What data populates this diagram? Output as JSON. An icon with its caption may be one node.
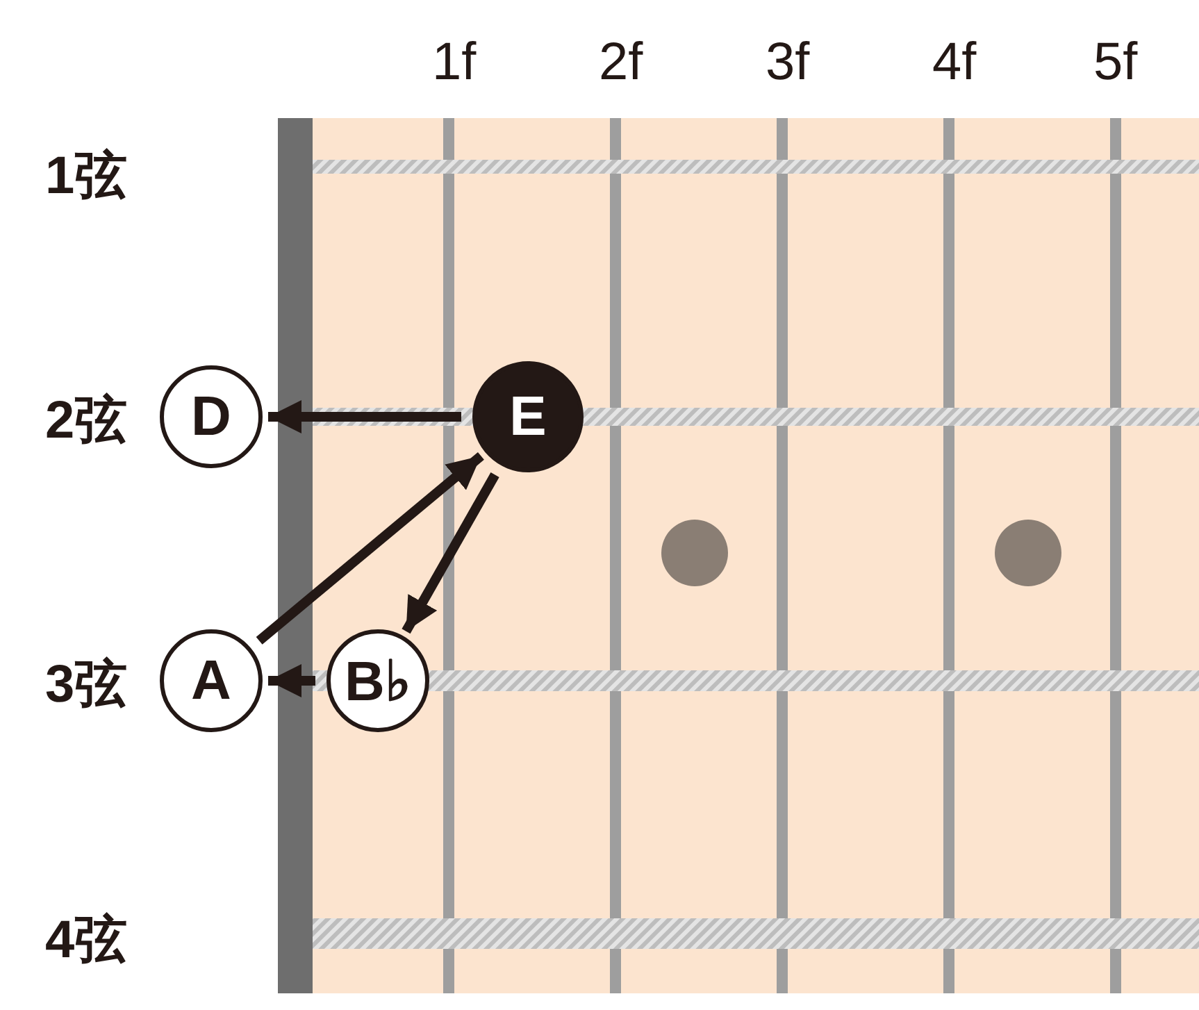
{
  "diagram": {
    "nodes": [
      {
        "text": [
          "D"
        ]
      },
      {
        "text": [
          "E"
        ]
      },
      {
        "text": [
          "A"
        ]
      },
      {
        "text": [
          "B♭"
        ]
      }
    ],
    "edges": [
      {
        "from": 1,
        "to": 0,
        "arrow": "to"
      },
      {
        "from": 2,
        "to": 1,
        "arrow": "to"
      },
      {
        "from": 1,
        "to": 3,
        "arrow": "to"
      },
      {
        "from": 3,
        "to": 2,
        "arrow": "to"
      }
    ],
    "labels": [
      "1f",
      "2f",
      "3f",
      "4f",
      "5f",
      "1弦",
      "2弦",
      "3弦",
      "4弦"
    ]
  }
}
